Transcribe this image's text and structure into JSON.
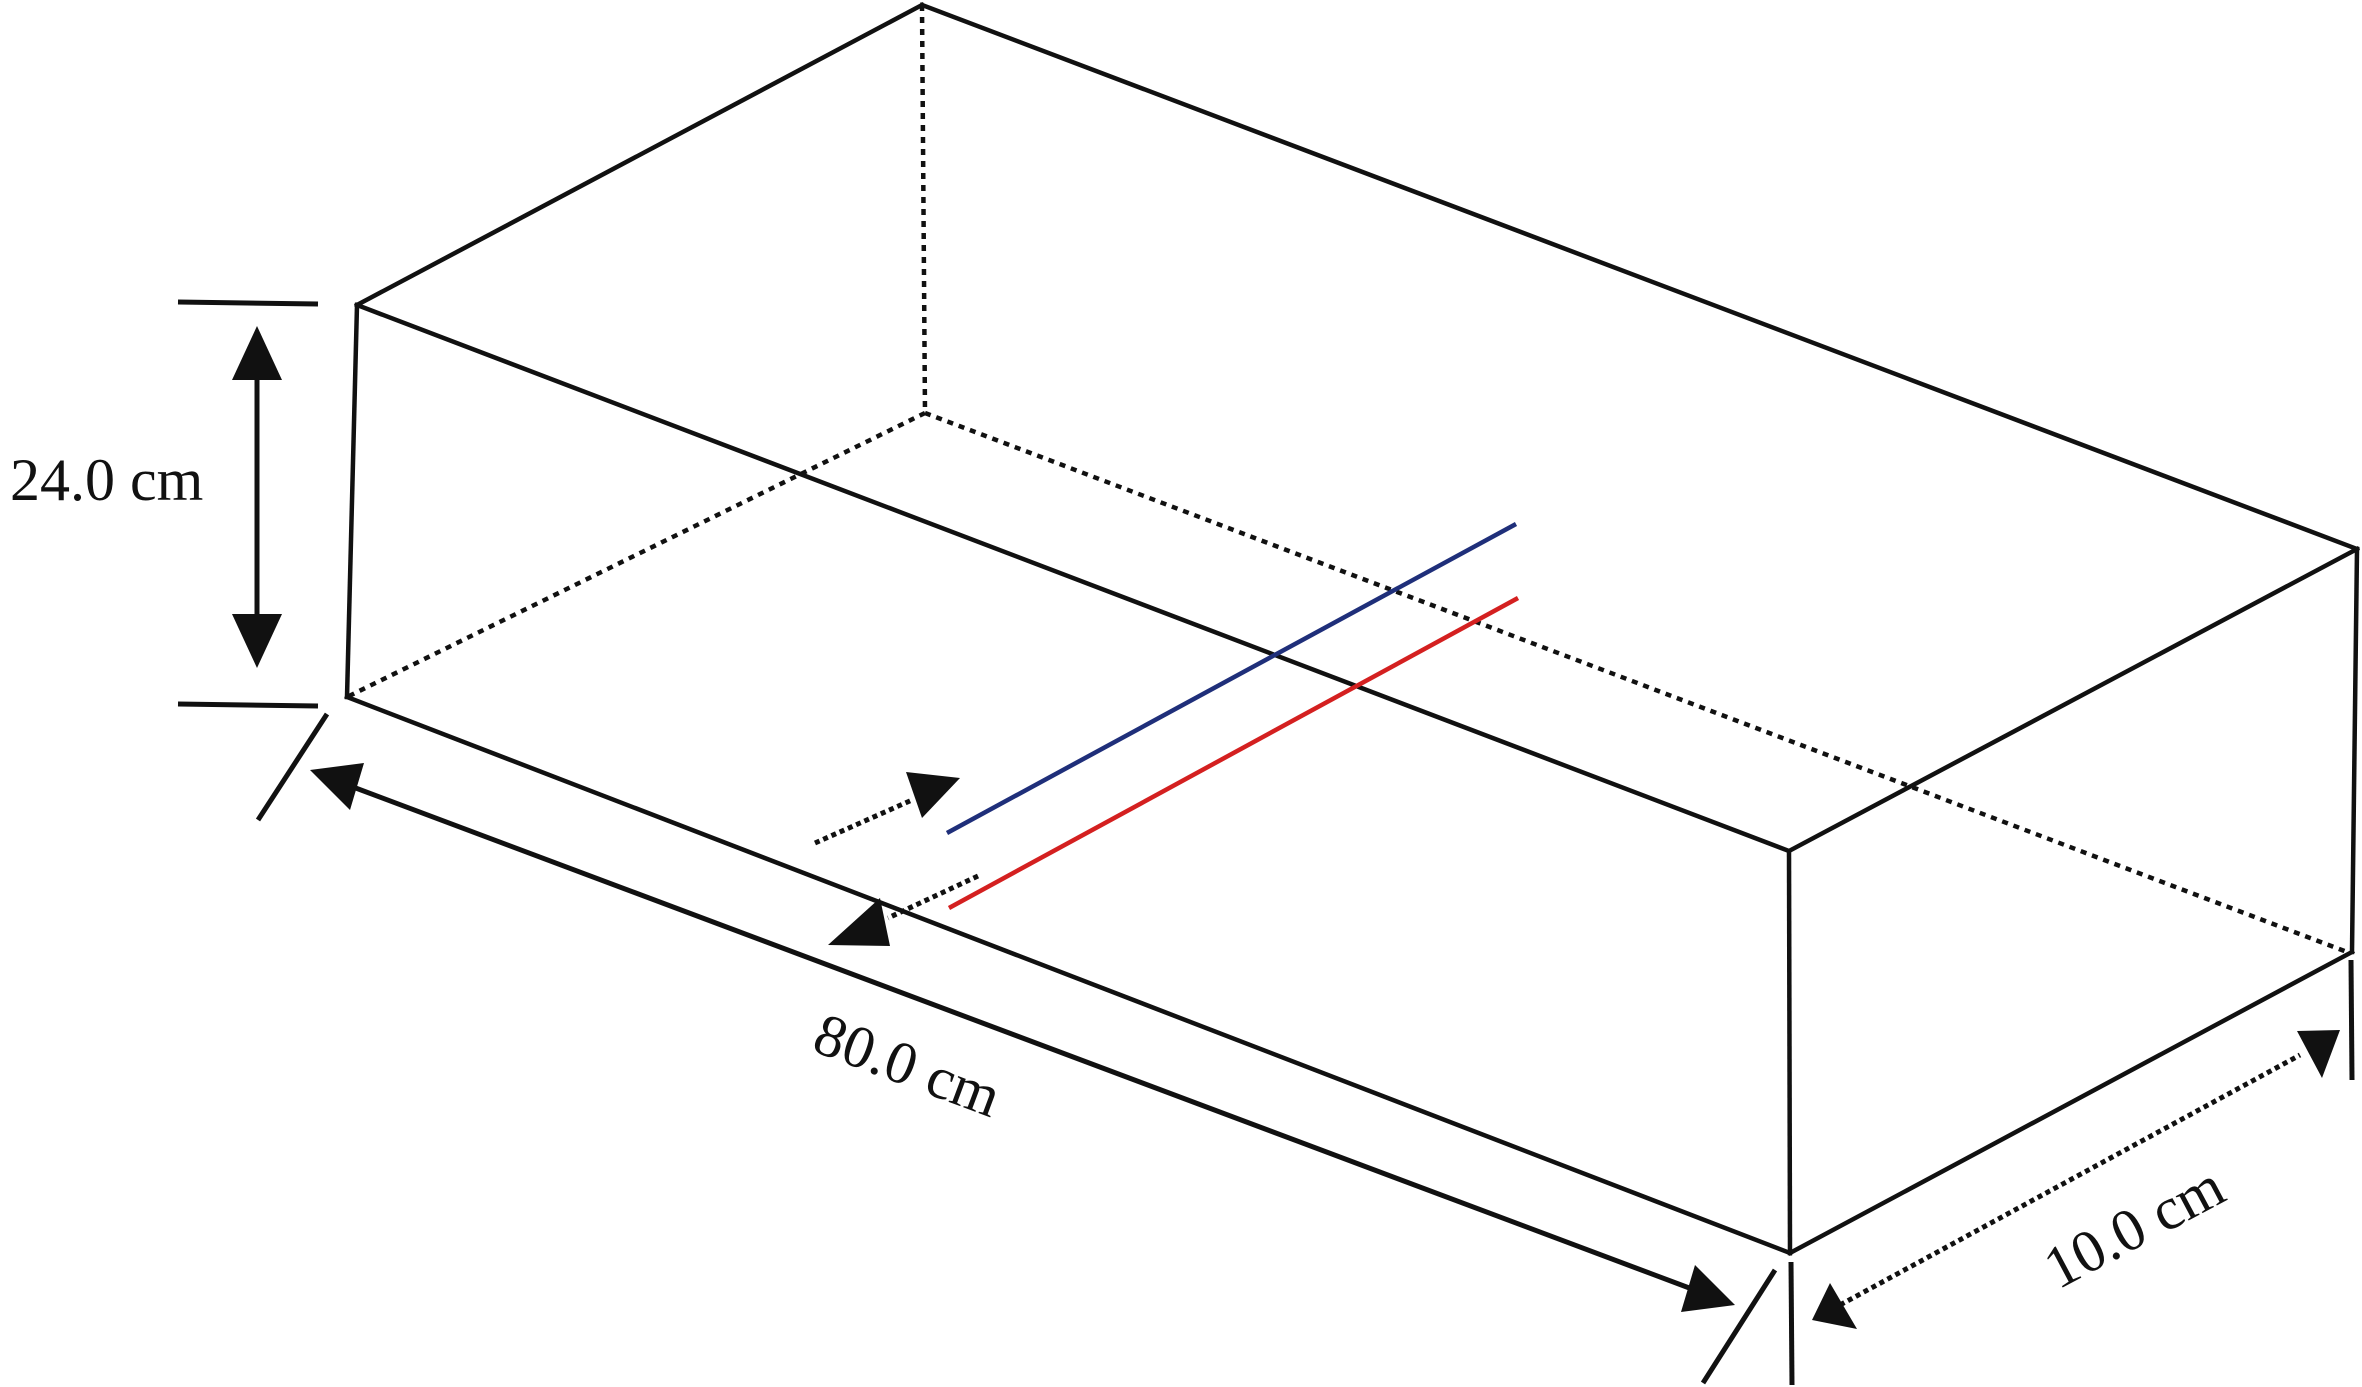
{
  "dimensions": {
    "height_label": "24.0 cm",
    "length_label": "80.0 cm",
    "width_label": "10.0 cm"
  },
  "colors": {
    "edge": "#111111",
    "blue_line": "#1f2f7a",
    "red_line": "#d42020"
  }
}
